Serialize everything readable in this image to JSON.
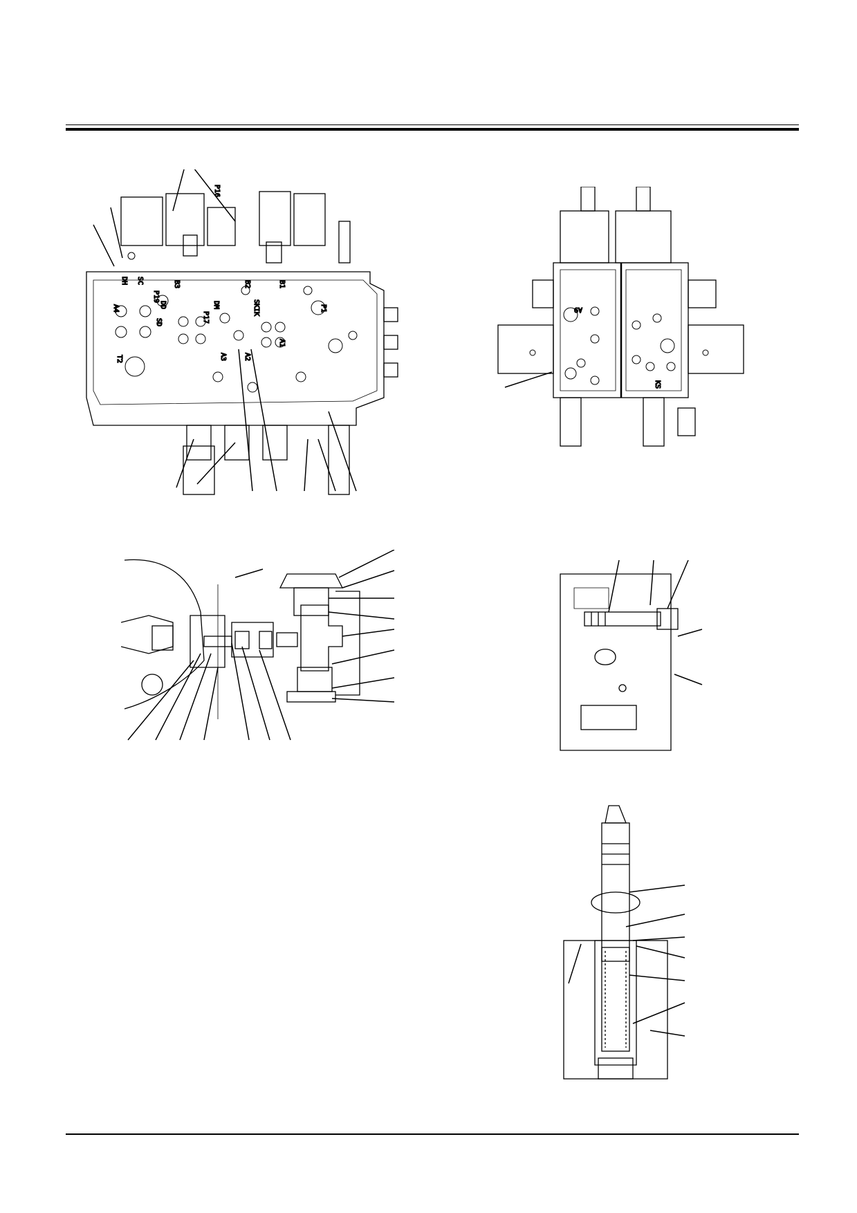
{
  "figures": {
    "front_view": {
      "port_labels": [
        "P16",
        "DH",
        "SC",
        "B3",
        "P19",
        "A4",
        "B2",
        "B1",
        "DD",
        "DM",
        "P17",
        "SKIK",
        "P1",
        "SD",
        "A3",
        "A2",
        "A1",
        "T2"
      ]
    },
    "side_view": {
      "port_labels": [
        "A9",
        "KS"
      ]
    }
  }
}
